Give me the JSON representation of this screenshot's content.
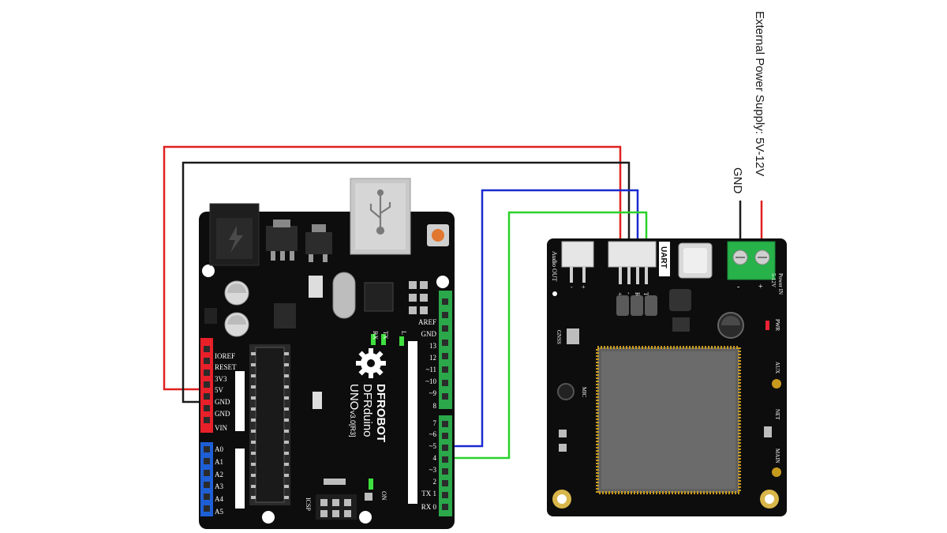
{
  "power": {
    "title": "External Power Supply: 5V-12V",
    "gnd_label": "GND",
    "plus_label": "+",
    "minus_label": "-",
    "power_in_label": "Power IN",
    "power_in_range": "5-12V"
  },
  "arduino": {
    "brand": "DFROBOT",
    "model": "DFRduino",
    "version": "UNO",
    "revision": "v3.0[R3]",
    "icsp_label": "ICSP",
    "on_label": "ON",
    "rx_label": "RX",
    "tx_label": "TX",
    "l_label": "L",
    "power_pins": [
      "IOREF",
      "RESET",
      "3V3",
      "5V",
      "GND",
      "GND",
      "VIN"
    ],
    "analog_pins": [
      "A0",
      "A1",
      "A2",
      "A3",
      "A4",
      "A5"
    ],
    "top_header": [
      "AREF",
      "GND",
      "13",
      "12",
      "~11",
      "~10",
      "~9",
      "8"
    ],
    "bottom_header": [
      "7",
      "~6",
      "~5",
      "4",
      "~3",
      "2",
      "TX 1",
      "RX 0"
    ]
  },
  "module": {
    "uart_label": "UART",
    "audio_label": "Audio OUT",
    "uart_pins": [
      "+",
      "-",
      "R",
      "T"
    ],
    "audio_pins": [
      "-",
      "+"
    ],
    "gnss_label": "GNSS",
    "mic_label": "MIC",
    "pwr_label": "PWR",
    "aux_label": "AUX",
    "net_label": "NET",
    "main_label": "MAIN"
  },
  "colors": {
    "wire_red": "#e02020",
    "wire_black": "#1a1a1a",
    "wire_blue": "#1a2bd0",
    "wire_green": "#2ad12a",
    "board": "#0d0d0d",
    "header_red": "#e8202a",
    "header_blue": "#1f5fd6",
    "header_green": "#2aa84a",
    "terminal_green": "#27b24a"
  }
}
